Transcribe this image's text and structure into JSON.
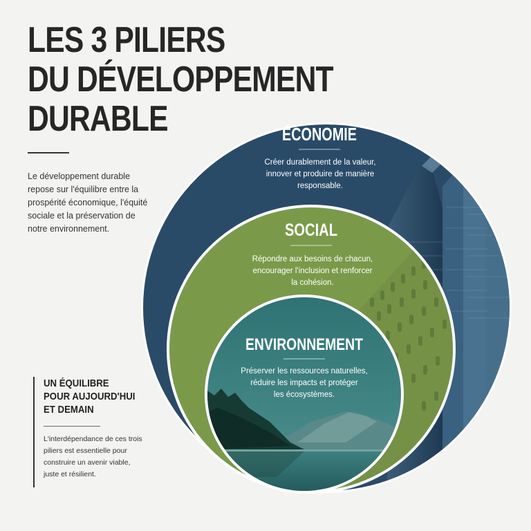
{
  "title": {
    "line1": "LES 3 PILIERS",
    "line2": "DU DÉVELOPPEMENT",
    "line3": "DURABLE"
  },
  "intro": "Le développement durable repose sur l'équilibre entre la prospérité économique, l'équité sociale et la préservation de notre environnement.",
  "side": {
    "heading_line1": "UN ÉQUILIBRE",
    "heading_line2": "POUR AUJOURD'HUI",
    "heading_line3": "ET DEMAIN",
    "text": "L'interdépendance de ces trois piliers est essentielle pour construire un avenir viable, juste et résilient."
  },
  "pillars": {
    "economie": {
      "title": "ÉCONOMIE",
      "desc1": "Créer durablement de la valeur,",
      "desc2": "innover et produire de manière",
      "desc3": "responsable."
    },
    "social": {
      "title": "SOCIAL",
      "desc1": "Répondre aux besoins de chacun,",
      "desc2": "encourager l'inclusion et renforcer",
      "desc3": "la cohésion."
    },
    "environnement": {
      "title": "ENVIRONNEMENT",
      "desc1": "Préserver les ressources naturelles,",
      "desc2": "réduire les impacts et protéger",
      "desc3": "les écosystèmes."
    }
  },
  "colors": {
    "economie": "#2a4b68",
    "social": "#7a9a4a",
    "environnement": "#2f6f70",
    "background": "#f3f3f1"
  }
}
